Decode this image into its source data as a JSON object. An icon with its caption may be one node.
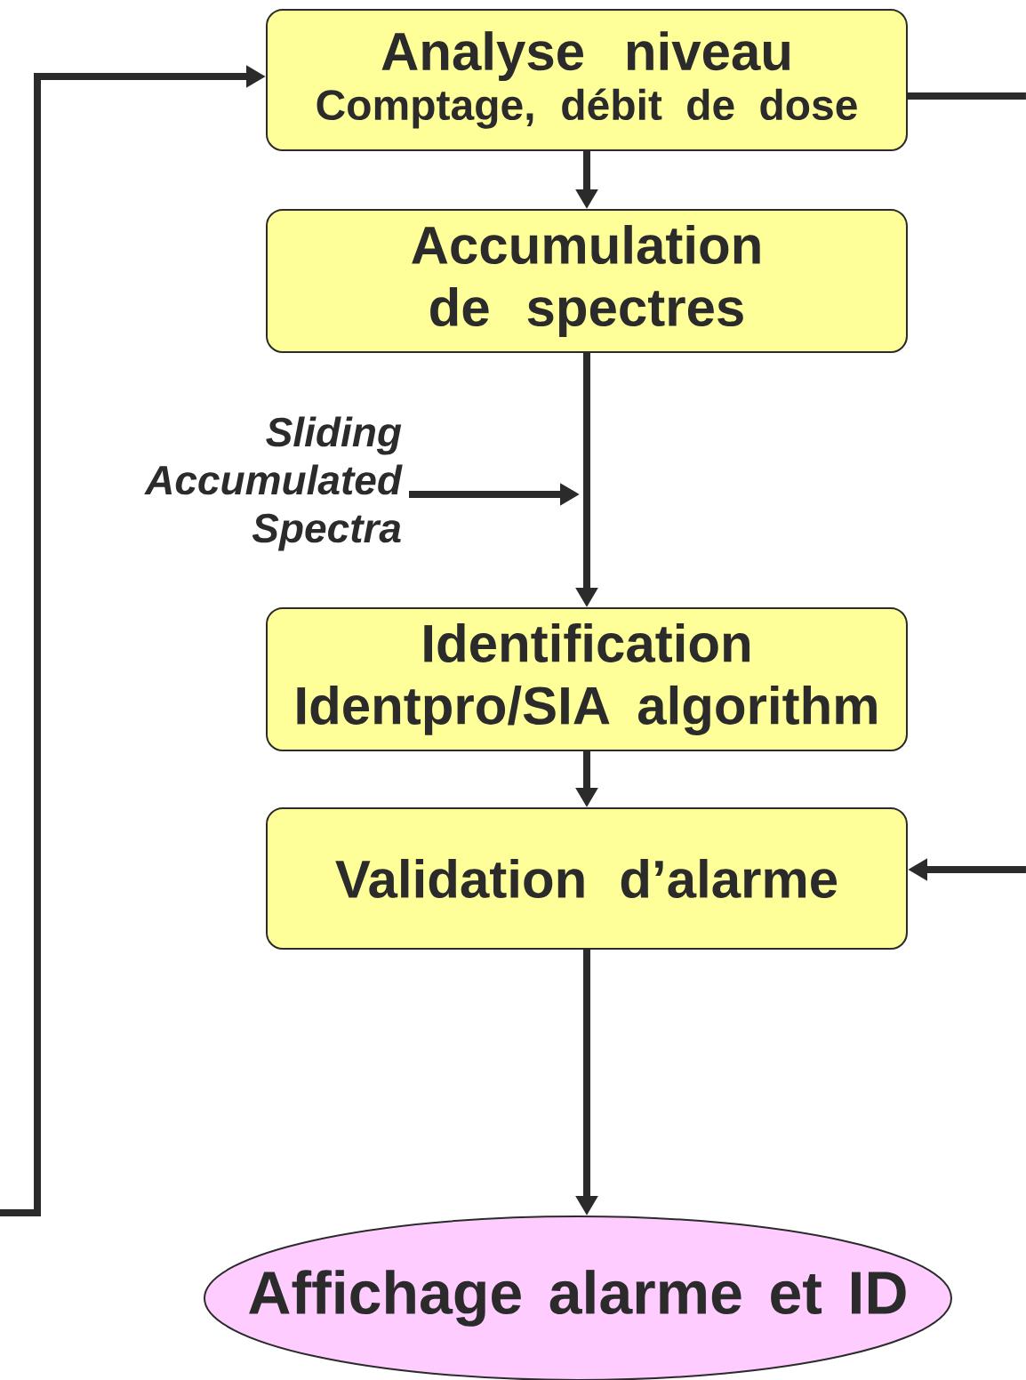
{
  "diagram": {
    "nodes": [
      {
        "text": [
          "Analyse niveau",
          "Comptage, débit de dose"
        ]
      },
      {
        "text": [
          "Accumulation de spectres"
        ]
      },
      {
        "text": [
          "Sliding Accumulated Spectra"
        ]
      },
      {
        "text": [
          "Identification",
          "Identpro/SIA algorithm"
        ]
      },
      {
        "text": [
          "Validation d’alarme"
        ]
      },
      {
        "text": [
          "Affichage alarme et ID"
        ]
      }
    ],
    "edges": [
      {
        "from": 0,
        "to": 1,
        "arrow": "to"
      },
      {
        "from": 1,
        "to": 3,
        "arrow": "to"
      },
      {
        "from": 2,
        "to": null,
        "arrow": "to"
      },
      {
        "from": 3,
        "to": 4,
        "arrow": "to"
      },
      {
        "from": 4,
        "to": 5,
        "arrow": "to"
      },
      {
        "from": null,
        "to": 0,
        "arrow": "to"
      },
      {
        "from": 0,
        "to": null,
        "arrow": "none"
      },
      {
        "from": null,
        "to": 4,
        "arrow": "to"
      }
    ]
  }
}
